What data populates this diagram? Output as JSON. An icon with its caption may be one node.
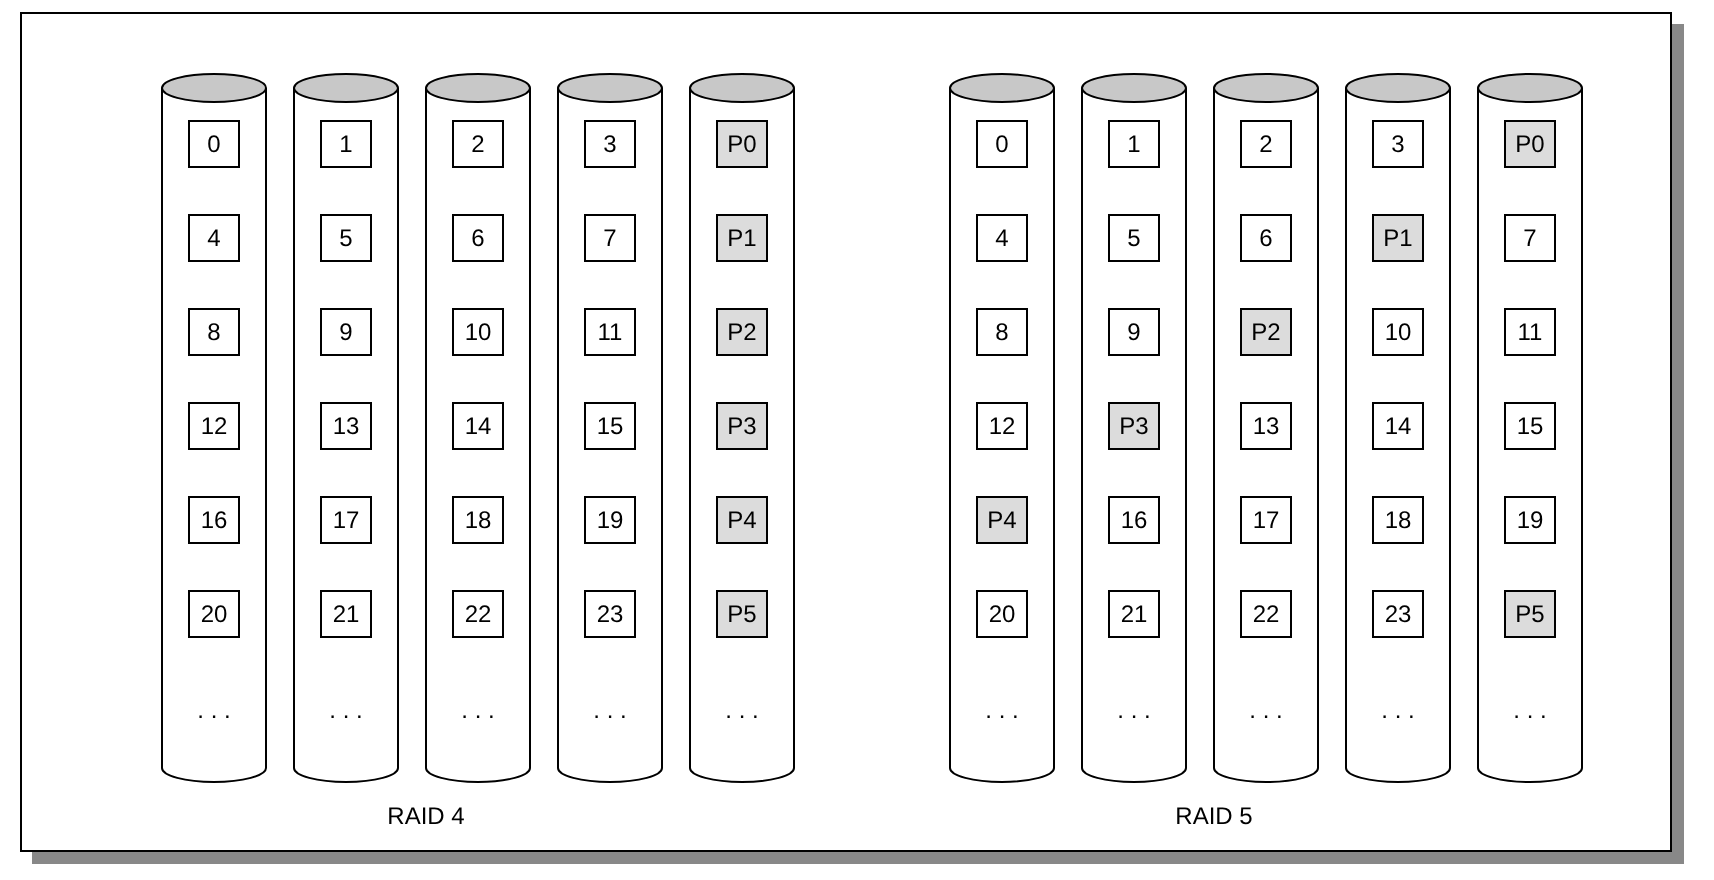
{
  "diagram": {
    "nodes": [
      {
        "text": [
          ". . ."
        ]
      },
      {
        "text": [
          "0"
        ],
        "in": 0
      },
      {
        "text": [
          "4"
        ],
        "in": 0
      },
      {
        "text": [
          "8"
        ],
        "in": 0
      },
      {
        "text": [
          "12"
        ],
        "in": 0
      },
      {
        "text": [
          "16"
        ],
        "in": 0
      },
      {
        "text": [
          "20"
        ],
        "in": 0
      },
      {
        "text": [
          ". . ."
        ]
      },
      {
        "text": [
          "1"
        ],
        "in": 7
      },
      {
        "text": [
          "5"
        ],
        "in": 7
      },
      {
        "text": [
          "9"
        ],
        "in": 7
      },
      {
        "text": [
          "13"
        ],
        "in": 7
      },
      {
        "text": [
          "17"
        ],
        "in": 7
      },
      {
        "text": [
          "21"
        ],
        "in": 7
      },
      {
        "text": [
          ". . ."
        ]
      },
      {
        "text": [
          "2"
        ],
        "in": 14
      },
      {
        "text": [
          "6"
        ],
        "in": 14
      },
      {
        "text": [
          "10"
        ],
        "in": 14
      },
      {
        "text": [
          "14"
        ],
        "in": 14
      },
      {
        "text": [
          "18"
        ],
        "in": 14
      },
      {
        "text": [
          "22"
        ],
        "in": 14
      },
      {
        "text": [
          ". . ."
        ]
      },
      {
        "text": [
          "3"
        ],
        "in": 21
      },
      {
        "text": [
          "7"
        ],
        "in": 21
      },
      {
        "text": [
          "11"
        ],
        "in": 21
      },
      {
        "text": [
          "15"
        ],
        "in": 21
      },
      {
        "text": [
          "19"
        ],
        "in": 21
      },
      {
        "text": [
          "23"
        ],
        "in": 21
      },
      {
        "text": [
          ". . ."
        ]
      },
      {
        "text": [
          "P0"
        ],
        "in": 28
      },
      {
        "text": [
          "P1"
        ],
        "in": 28
      },
      {
        "text": [
          "P2"
        ],
        "in": 28
      },
      {
        "text": [
          "P3"
        ],
        "in": 28
      },
      {
        "text": [
          "P4"
        ],
        "in": 28
      },
      {
        "text": [
          "P5"
        ],
        "in": 28
      },
      {
        "text": [
          ". . ."
        ]
      },
      {
        "text": [
          "0"
        ],
        "in": 35
      },
      {
        "text": [
          "4"
        ],
        "in": 35
      },
      {
        "text": [
          "8"
        ],
        "in": 35
      },
      {
        "text": [
          "12"
        ],
        "in": 35
      },
      {
        "text": [
          "P4"
        ],
        "in": 35
      },
      {
        "text": [
          "20"
        ],
        "in": 35
      },
      {
        "text": [
          ". . ."
        ]
      },
      {
        "text": [
          "1"
        ],
        "in": 42
      },
      {
        "text": [
          "5"
        ],
        "in": 42
      },
      {
        "text": [
          "9"
        ],
        "in": 42
      },
      {
        "text": [
          "P3"
        ],
        "in": 42
      },
      {
        "text": [
          "16"
        ],
        "in": 42
      },
      {
        "text": [
          "21"
        ],
        "in": 42
      },
      {
        "text": [
          ". . ."
        ]
      },
      {
        "text": [
          "2"
        ],
        "in": 49
      },
      {
        "text": [
          "6"
        ],
        "in": 49
      },
      {
        "text": [
          "P2"
        ],
        "in": 49
      },
      {
        "text": [
          "13"
        ],
        "in": 49
      },
      {
        "text": [
          "17"
        ],
        "in": 49
      },
      {
        "text": [
          "22"
        ],
        "in": 49
      },
      {
        "text": [
          ". . ."
        ]
      },
      {
        "text": [
          "3"
        ],
        "in": 56
      },
      {
        "text": [
          "P1"
        ],
        "in": 56
      },
      {
        "text": [
          "10"
        ],
        "in": 56
      },
      {
        "text": [
          "14"
        ],
        "in": 56
      },
      {
        "text": [
          "18"
        ],
        "in": 56
      },
      {
        "text": [
          "23"
        ],
        "in": 56
      },
      {
        "text": [
          ". . ."
        ]
      },
      {
        "text": [
          "P0"
        ],
        "in": 63
      },
      {
        "text": [
          "7"
        ],
        "in": 63
      },
      {
        "text": [
          "11"
        ],
        "in": 63
      },
      {
        "text": [
          "15"
        ],
        "in": 63
      },
      {
        "text": [
          "19"
        ],
        "in": 63
      },
      {
        "text": [
          "P5"
        ],
        "in": 63
      }
    ],
    "labels": [
      "RAID 4",
      "RAID 5"
    ]
  }
}
